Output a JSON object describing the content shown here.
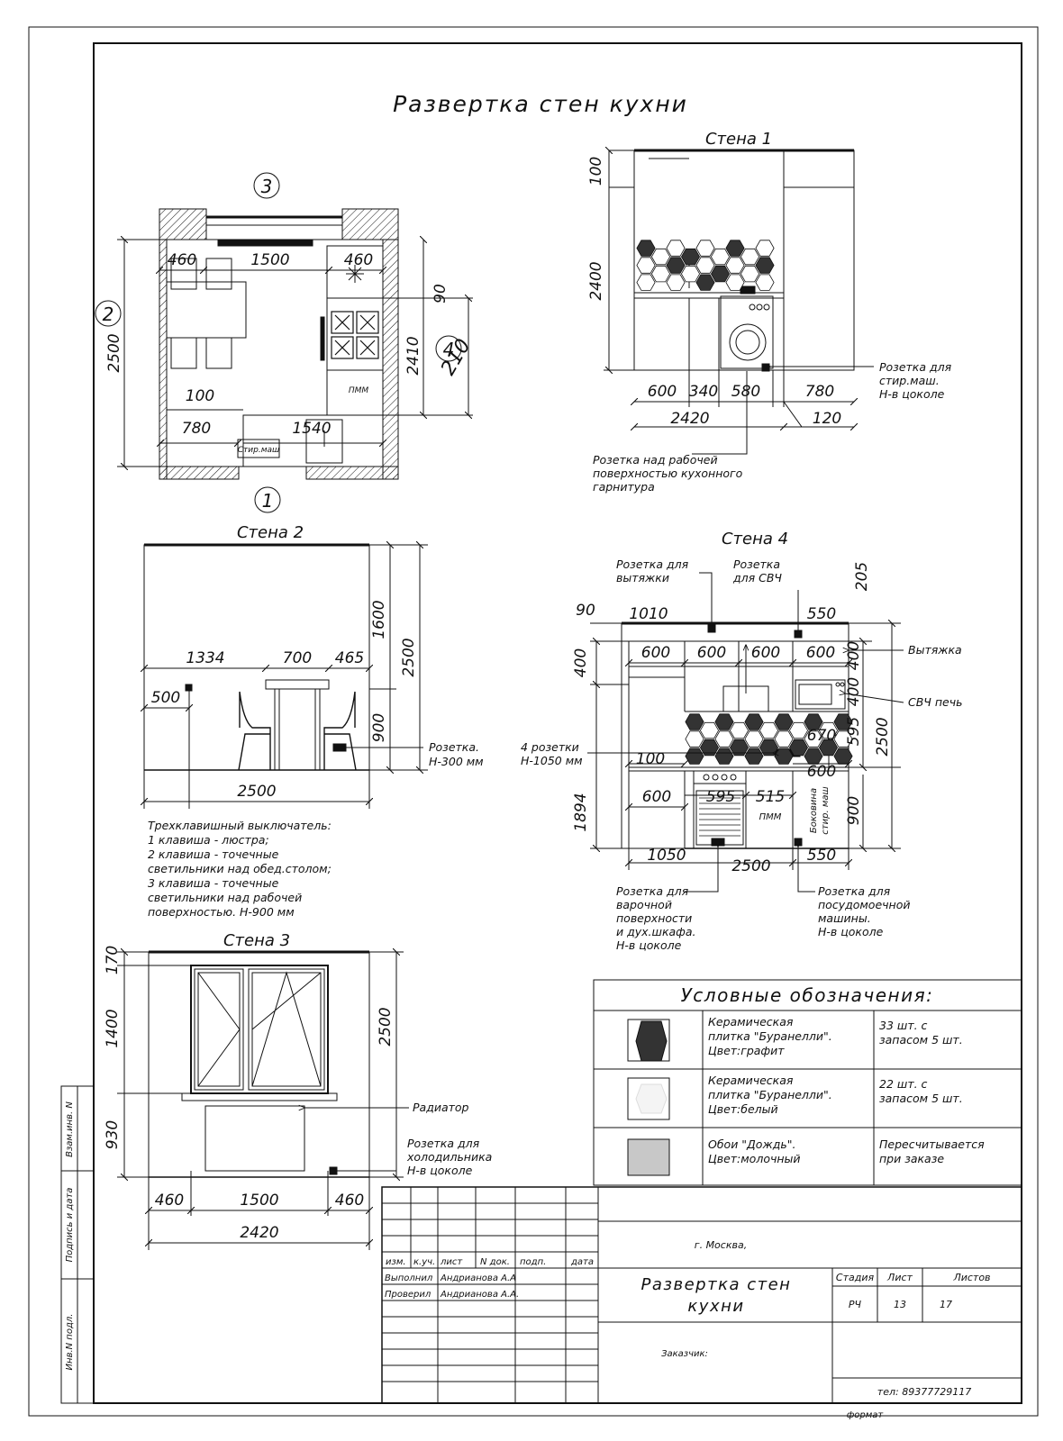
{
  "title": "Развертка стен кухни",
  "plan": {
    "wall_markers": {
      "w1": "1",
      "w2": "2",
      "w3": "3",
      "w4": "4"
    },
    "dims": {
      "d460a": "460",
      "d1500": "1500",
      "d460b": "460",
      "d2500": "2500",
      "d2410": "2410",
      "d90": "90",
      "d100": "100",
      "d780": "780",
      "d1540": "1540",
      "d210": "210"
    },
    "labels": {
      "pmm": "ПММ",
      "washer": "Стир.маш"
    }
  },
  "wall1": {
    "title": "Стена 1",
    "dims": {
      "d100": "100",
      "d2400": "2400",
      "d600": "600",
      "d340": "340",
      "d580": "580",
      "d780": "780",
      "d2420": "2420",
      "d120": "120"
    },
    "notes": {
      "washer_socket": [
        "Розетка для",
        "стир.маш.",
        "Н-в цоколе"
      ],
      "counter_socket": [
        "Розетка над рабочей",
        "поверхностью кухонного",
        "гарнитура"
      ]
    }
  },
  "wall2": {
    "title": "Стена 2",
    "dims": {
      "d1334": "1334",
      "d700": "700",
      "d465": "465",
      "d1600": "1600",
      "d2500v": "2500",
      "d900": "900",
      "d500": "500",
      "d2500h": "2500"
    },
    "notes": {
      "socket": [
        "Розетка.",
        "Н-300 мм"
      ]
    },
    "switch_note": [
      "Трехклавишный выключатель:",
      "1 клавиша - люстра;",
      "2 клавиша - точечные",
      "светильники над обед.столом;",
      "3 клавиша - точечные",
      "светильники над рабочей",
      "поверхностью. Н-900 мм"
    ]
  },
  "wall3": {
    "title": "Стена 3",
    "dims": {
      "d170": "170",
      "d1400": "1400",
      "d930": "930",
      "d2500": "2500",
      "d460a": "460",
      "d1500": "1500",
      "d460b": "460",
      "d2420": "2420"
    },
    "notes": {
      "radiator": "Радиатор",
      "fridge": [
        "Розетка для",
        "холодильника",
        "Н-в цоколе"
      ]
    }
  },
  "wall4": {
    "title": "Стена 4",
    "dims": {
      "d205": "205",
      "d90": "90",
      "d1010": "1010",
      "d550t": "550",
      "d400": "400",
      "u600a": "600",
      "u600b": "600",
      "u600c": "600",
      "u600d": "600",
      "r400a": "400",
      "r400b": "400",
      "r595": "595",
      "r2500": "2500",
      "r900": "900",
      "d670": "670",
      "d600m": "600",
      "d100": "100",
      "d1894": "1894",
      "l600": "600",
      "d595": "595",
      "d515": "515",
      "d1050": "1050",
      "d2500": "2500",
      "d550b": "550"
    },
    "labels": {
      "pmm": "ПММ",
      "side": "Боковина",
      "side2": "стир. маш"
    },
    "notes": {
      "hood_socket": [
        "Розетка для",
        "вытяжки"
      ],
      "mw_socket": [
        "Розетка",
        "для СВЧ"
      ],
      "hood": "Вытяжка",
      "mw": "СВЧ печь",
      "sockets4": [
        "4 розетки",
        "Н-1050 мм"
      ],
      "hob_socket": [
        "Розетка для",
        "варочной",
        "поверхности",
        "и дух.шкафа.",
        "Н-в цоколе"
      ],
      "dw_socket": [
        "Розетка для",
        "посудомоечной",
        "машины.",
        "Н-в цоколе"
      ]
    }
  },
  "legend": {
    "title": "Условные обозначения:",
    "rows": [
      {
        "desc": [
          "Керамическая",
          "плитка \"Буранелли\".",
          "Цвет:графит"
        ],
        "qty": [
          "33 шт. с",
          "запасом 5 шт."
        ],
        "swatch": "#333333"
      },
      {
        "desc": [
          "Керамическая",
          "плитка \"Буранелли\".",
          "Цвет:белый"
        ],
        "qty": [
          "22 шт. с",
          "запасом 5 шт."
        ],
        "swatch": "#ffffff"
      },
      {
        "desc": [
          "Обои \"Дождь\".",
          "Цвет:молочный"
        ],
        "qty": [
          "Пересчитывается",
          "при заказе"
        ],
        "swatch": "#c8c8c8"
      }
    ]
  },
  "stamp": {
    "city": "г. Москва,",
    "cols": [
      "изм.",
      "к.уч.",
      "лист",
      "N док.",
      "подп.",
      "дата"
    ],
    "done_label": "Выполнил",
    "done_name": "Андрианова А.А",
    "check_label": "Проверил",
    "check_name": "Андрианова А.А.",
    "title1": "Развертка стен",
    "title2": "кухни",
    "stage_h": "Стадия",
    "sheet_h": "Лист",
    "sheets_h": "Листов",
    "stage": "РЧ",
    "sheet": "13",
    "sheets": "17",
    "customer": "Заказчик:",
    "phone": "тел: 89377729117",
    "format": "формат"
  },
  "side_stamp": [
    "Взам.инв. N",
    "Подпись и дата",
    "Инв.N подл."
  ]
}
